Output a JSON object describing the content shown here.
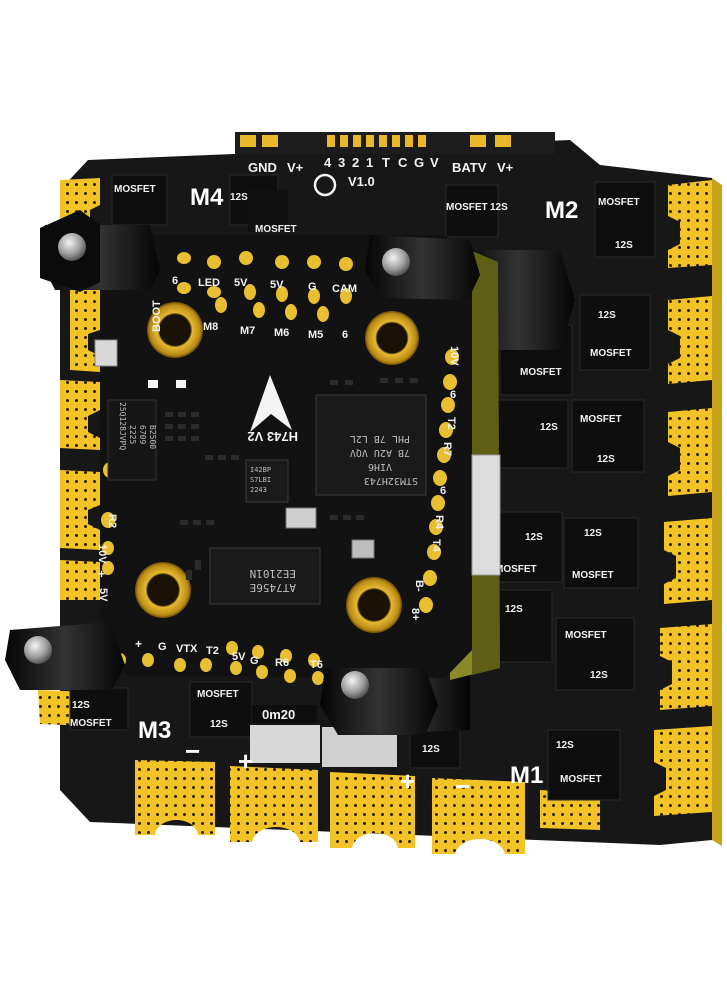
{
  "esc": {
    "motor_labels": [
      "M1",
      "M2",
      "M3",
      "M4"
    ],
    "top_header": [
      "GND",
      "V+",
      "4",
      "3",
      "2",
      "1",
      "T",
      "C",
      "G",
      "V",
      "BATV",
      "V+"
    ],
    "version": "V1.0",
    "mosfet_label": "MOSFET",
    "rating": "12S",
    "shunt": "0m20",
    "power_marks": [
      "−",
      "+",
      "+",
      "−"
    ]
  },
  "fc": {
    "model": "H743 V2",
    "mcu_lines": [
      "STM32H743",
      "VIH6",
      "7B A2U VQV",
      "PHL 7B L2L"
    ],
    "gyro_lines": [
      "I42BP",
      "S7LBI",
      "2243"
    ],
    "driver_lines": [
      "AT7456E",
      "EE2101N"
    ],
    "flash_lines": [
      "25Q128JVPQ",
      "2225",
      "6709",
      "B2500"
    ],
    "pad_labels": [
      "BOOT",
      "LED",
      "6",
      "5V",
      "5V",
      "G",
      "CAM",
      "M8",
      "M7",
      "M6",
      "M5",
      "6",
      "10V",
      "6",
      "T2",
      "R7",
      "6",
      "R4",
      "T4",
      "R2",
      "10V",
      "+",
      "5V",
      "+",
      "G",
      "VTX",
      "T2",
      "5V",
      "G",
      "R6",
      "T6",
      "B-",
      "8+"
    ]
  }
}
